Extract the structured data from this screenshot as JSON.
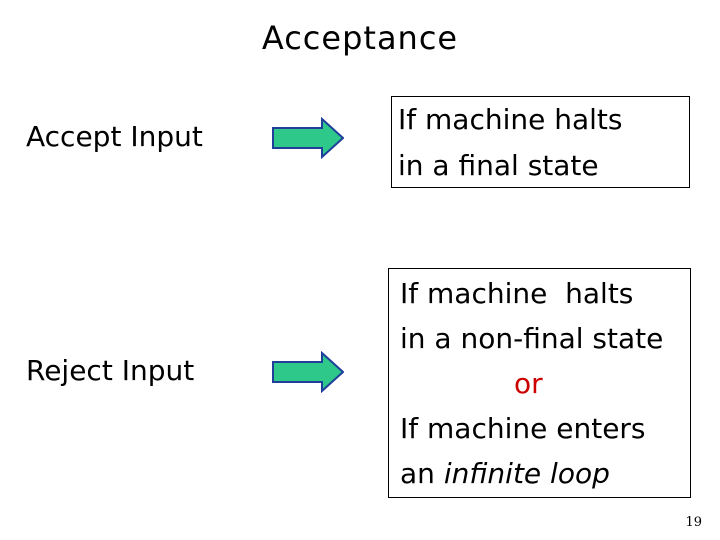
{
  "slide": {
    "title": "Acceptance",
    "accept": {
      "label": "Accept Input",
      "line1": "If machine halts",
      "line2": "in a final state"
    },
    "reject": {
      "label": "Reject Input",
      "line1": "If machine  halts",
      "line2": "in a non-final state",
      "or": "or",
      "line4": "If machine enters",
      "line5_prefix": "an ",
      "line5_emph": "infinite loop"
    },
    "page_number": "19"
  },
  "colors": {
    "arrow_fill": "#2ec98a",
    "arrow_stroke": "#1f3f9a",
    "or_text": "#cc0000"
  },
  "icons": {
    "arrow": "right-arrow-icon"
  }
}
